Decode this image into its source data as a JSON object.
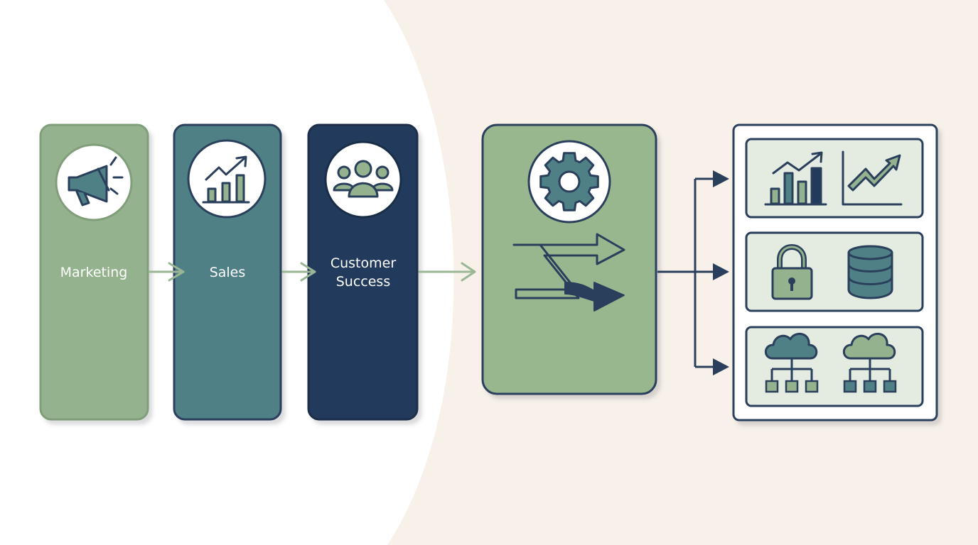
{
  "colors": {
    "background": "#f8f1ea",
    "white_area": "#ffffff",
    "marketing": "#94b28d",
    "sales": "#4f8086",
    "customer_success": "#223a5c",
    "hub": "#98b78f",
    "outline_dark": "#2a3f5b",
    "arrow_light": "#9bb694",
    "panel_fill": "#e4ebe1"
  },
  "stages": [
    {
      "label": "Marketing",
      "icon": "megaphone-icon"
    },
    {
      "label": "Sales",
      "icon": "growth-chart-icon"
    },
    {
      "label": "Customer Success",
      "icon": "people-group-icon"
    }
  ],
  "hub": {
    "icons": [
      "gear-icon",
      "shuffle-arrows-icon"
    ]
  },
  "outputs": [
    {
      "icons": [
        "bar-chart-icon",
        "trend-line-icon"
      ]
    },
    {
      "icons": [
        "padlock-icon",
        "database-icon"
      ]
    },
    {
      "icons": [
        "cloud-network-icon",
        "cloud-network-icon"
      ]
    }
  ]
}
